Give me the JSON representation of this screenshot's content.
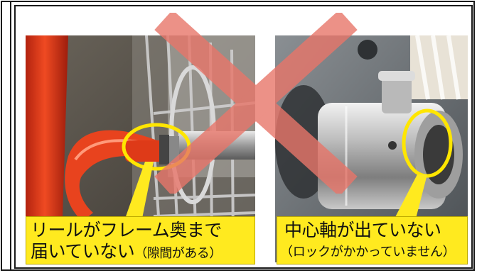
{
  "callouts": {
    "left": {
      "line1": "リールがフレーム奥まで",
      "line2_main": "届いていない",
      "line2_note": "（隙間がある）"
    },
    "right": {
      "line1": "中心軸が出ていない",
      "line2": "（ロックがかかっていません）"
    }
  },
  "icons": {
    "cross": "cross-mark-icon",
    "highlight": "circle-highlight-icon"
  },
  "colors": {
    "highlight_ring": "#ffe600",
    "callout_bg": "#ffea1f",
    "cross": "#e8766a",
    "frame": "#1a1a1a"
  }
}
